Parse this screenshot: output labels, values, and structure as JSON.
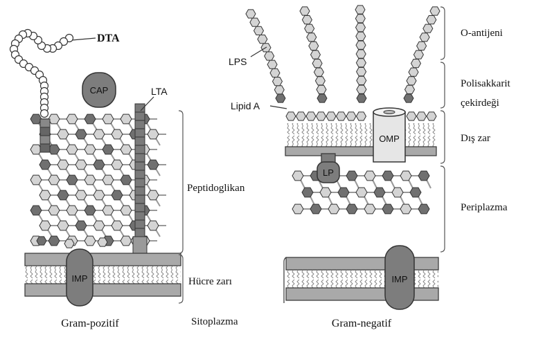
{
  "gram_positive": {
    "caption": "Gram-pozitif",
    "labels": {
      "dta": "DTA",
      "cap": "CAP",
      "lta": "LTA",
      "imp": "IMP"
    }
  },
  "gram_negative": {
    "caption": "Gram-negatif",
    "labels": {
      "lps": "LPS",
      "lipid_a": "Lipid A",
      "omp": "OMP",
      "lp": "LP",
      "imp": "IMP"
    }
  },
  "layer_labels": {
    "peptidoglycan": "Peptidoglikan",
    "cell_membrane": "Hücre zarı",
    "cytoplasm": "Sitoplazma",
    "o_antigen": "O-antijeni",
    "polysaccharide_core_line1": "Polisakkarit",
    "polysaccharide_core_line2": "çekirdeği",
    "outer_membrane": "Dış zar",
    "periplasm": "Periplazma"
  },
  "colors": {
    "outline": "#333333",
    "dark_hex": "#707070",
    "light_hex": "#d4d4d4",
    "membrane_band": "#a9a9a9",
    "protein": "#7d7d7d",
    "omp_fill": "#e6e6e6"
  }
}
